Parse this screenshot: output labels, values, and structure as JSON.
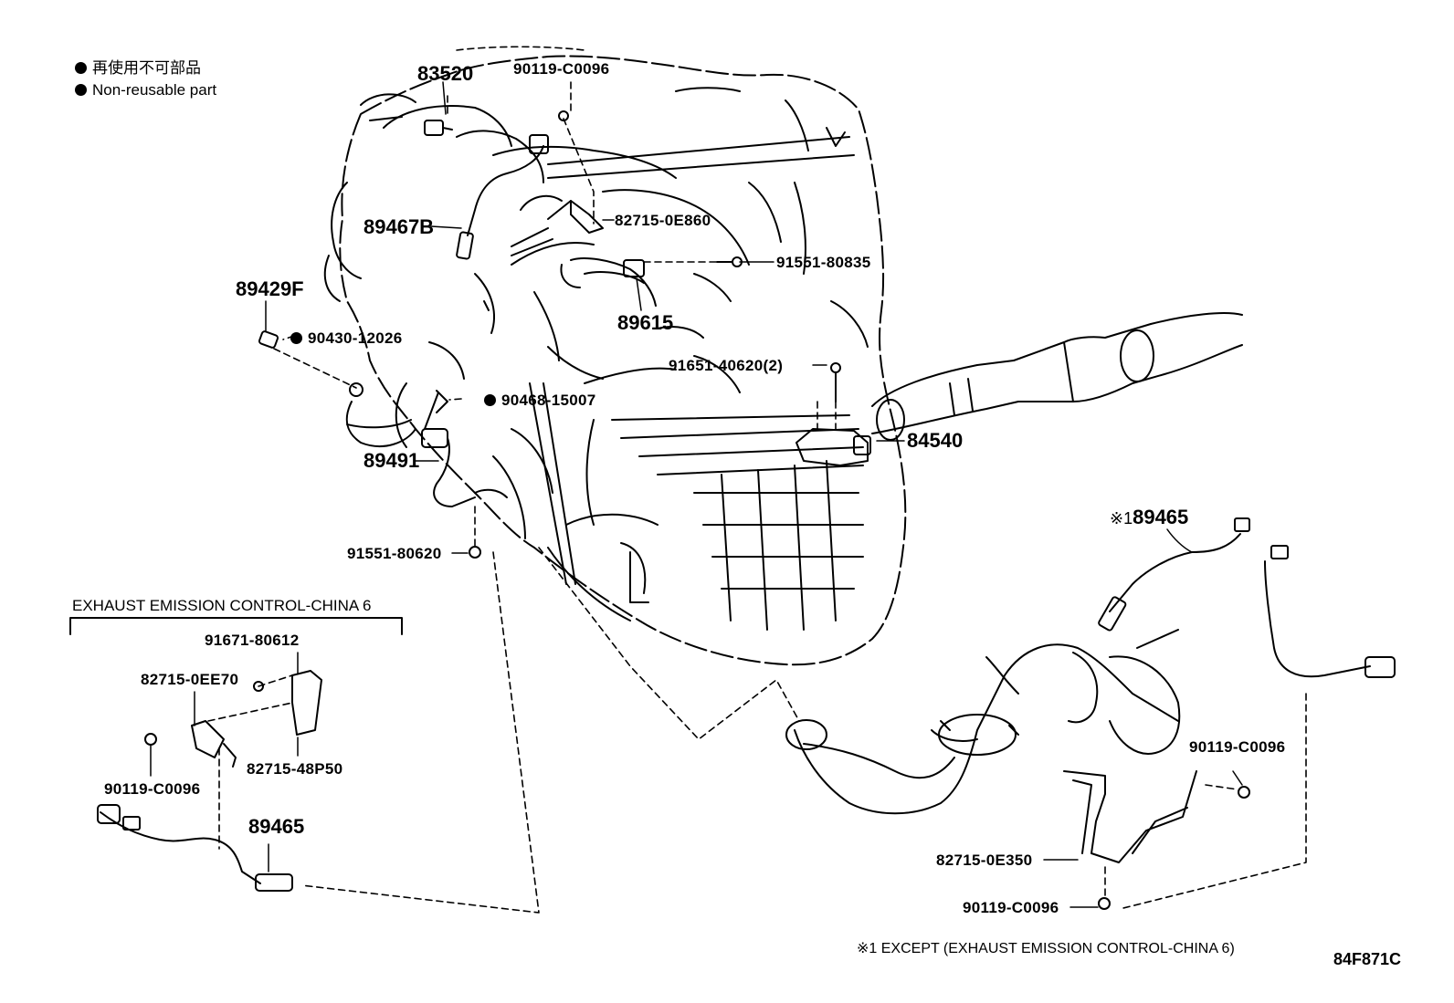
{
  "legend": {
    "line_ja": "再使用不可部品",
    "line_en": "Non-reusable part"
  },
  "labels": {
    "p83520": "83520",
    "p90119_top": "90119-C0096",
    "p89467B": "89467B",
    "p82715_0E860": "82715-0E860",
    "p91551_80835": "91551-80835",
    "p89615": "89615",
    "p89429F": "89429F",
    "p90430": "90430-12026",
    "p91651": "91651-40620(2)",
    "p90468": "90468-15007",
    "p84540": "84540",
    "p89491": "89491",
    "p91551_80620": "91551-80620",
    "p89465_main": "89465",
    "p89465_prefix": "※1",
    "p90119_right": "90119-C0096",
    "p82715_0E350": "82715-0E350",
    "p90119_bottom": "90119-C0096"
  },
  "inset": {
    "title": "EXHAUST EMISSION CONTROL-CHINA 6",
    "p91671": "91671-80612",
    "p82715_0EE70": "82715-0EE70",
    "p82715_48P50": "82715-48P50",
    "p90119": "90119-C0096",
    "p89465": "89465"
  },
  "footnote": "※1 EXCEPT (EXHAUST EMISSION CONTROL-CHINA 6)",
  "diagram_code": "84F871C"
}
